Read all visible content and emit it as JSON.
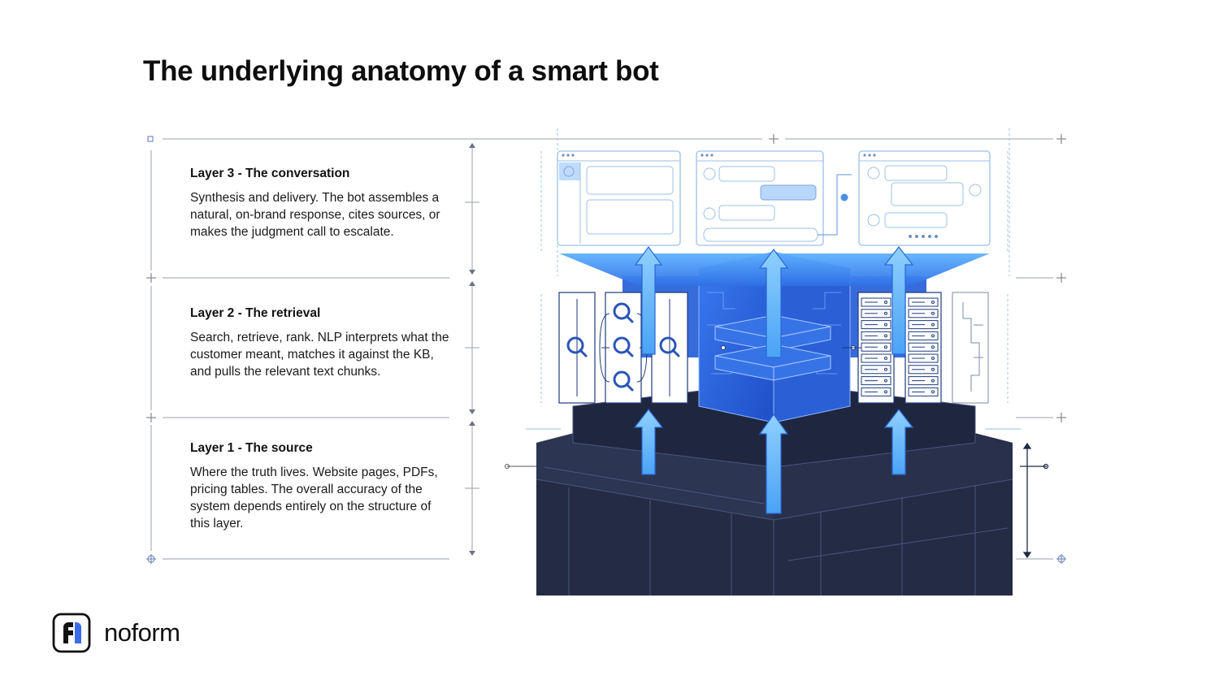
{
  "title": "The underlying anatomy of a smart bot",
  "layers": [
    {
      "title": "Layer 3 - The conversation",
      "description": "Synthesis and delivery. The bot assembles a natural, on-brand response, cites sources, or makes the judgment call to escalate."
    },
    {
      "title": "Layer 2 - The retrieval",
      "description": "Search, retrieve, rank. NLP interprets what the customer meant, matches it against the KB, and pulls the relevant text chunks."
    },
    {
      "title": "Layer 1 - The source",
      "description": "Where the truth lives. Website pages, PDFs, pricing tables. The overall accuracy of the system depends entirely on the structure of this layer."
    }
  ],
  "brand": {
    "name": "noform",
    "logo_icon": "noform-logo-icon"
  },
  "colors": {
    "accent_blue": "#3b82f6",
    "bright_blue": "#4aa3f5",
    "navy": "#1e2a44",
    "guide_gray": "#b5b9c0"
  }
}
